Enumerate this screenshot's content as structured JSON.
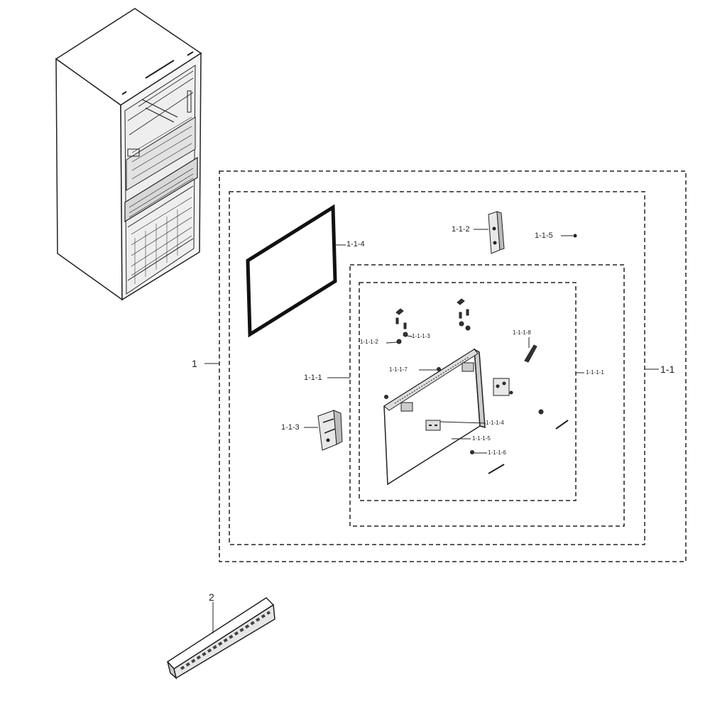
{
  "labels": {
    "l1": "1",
    "l11": "1-1",
    "l2": "2",
    "l111": "1-1-1",
    "l112": "1-1-2",
    "l113": "1-1-3",
    "l114": "1-1-4",
    "l115": "1-1-5",
    "l1111": "1-1-1-1",
    "l11112": "1-1-1-2",
    "l11113": "1-1-1-3",
    "l11114": "1-1-1-4",
    "l11115": "1-1-1-5",
    "l11116": "1-1-1-6",
    "l11117": "1-1-1-7",
    "l11118": "1-1-1-8"
  }
}
